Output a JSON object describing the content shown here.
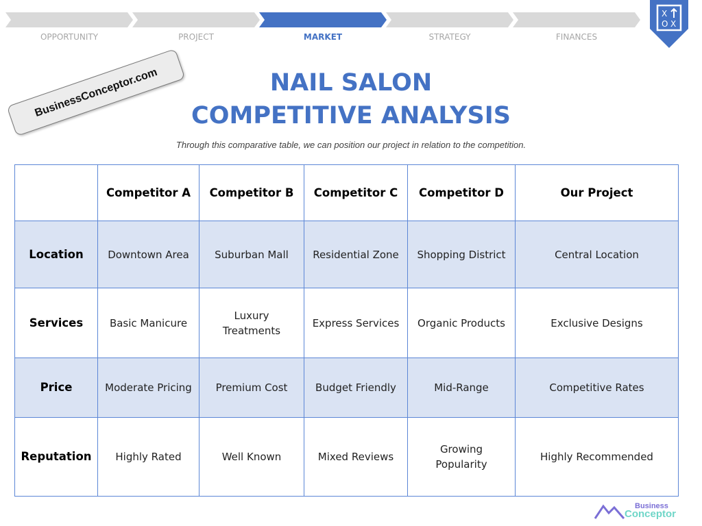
{
  "nav": {
    "steps": [
      {
        "label": "OPPORTUNITY",
        "active": false
      },
      {
        "label": "PROJECT",
        "active": false
      },
      {
        "label": "MARKET",
        "active": true
      },
      {
        "label": "STRATEGY",
        "active": false
      },
      {
        "label": "FINANCES",
        "active": false
      }
    ],
    "colors": {
      "active": "#4472c4",
      "inactive": "#d9d9d9"
    },
    "badge_icon": "strategy-board-icon"
  },
  "title": {
    "line1": "NAIL SALON",
    "line2": "COMPETITIVE ANALYSIS"
  },
  "subtitle": "Through this comparative table, we can position our project in relation to the competition.",
  "table": {
    "headers": [
      "",
      "Competitor A",
      "Competitor B",
      "Competitor C",
      "Competitor D",
      "Our Project"
    ],
    "rows": [
      {
        "label": "Location",
        "cells": [
          "Downtown Area",
          "Suburban Mall",
          "Residential Zone",
          "Shopping District",
          "Central Location"
        ]
      },
      {
        "label": "Services",
        "cells": [
          "Basic Manicure",
          "Luxury Treatments",
          "Express Services",
          "Organic Products",
          "Exclusive Designs"
        ]
      },
      {
        "label": "Price",
        "cells": [
          "Moderate Pricing",
          "Premium Cost",
          "Budget Friendly",
          "Mid-Range",
          "Competitive Rates"
        ]
      },
      {
        "label": "Reputation",
        "cells": [
          "Highly Rated",
          "Well Known",
          "Mixed Reviews",
          "Growing Popularity",
          "Highly Recommended"
        ]
      }
    ]
  },
  "watermark": "BusinessConceptor.com",
  "logo": {
    "line1": "Business",
    "line2": "Conceptor"
  }
}
